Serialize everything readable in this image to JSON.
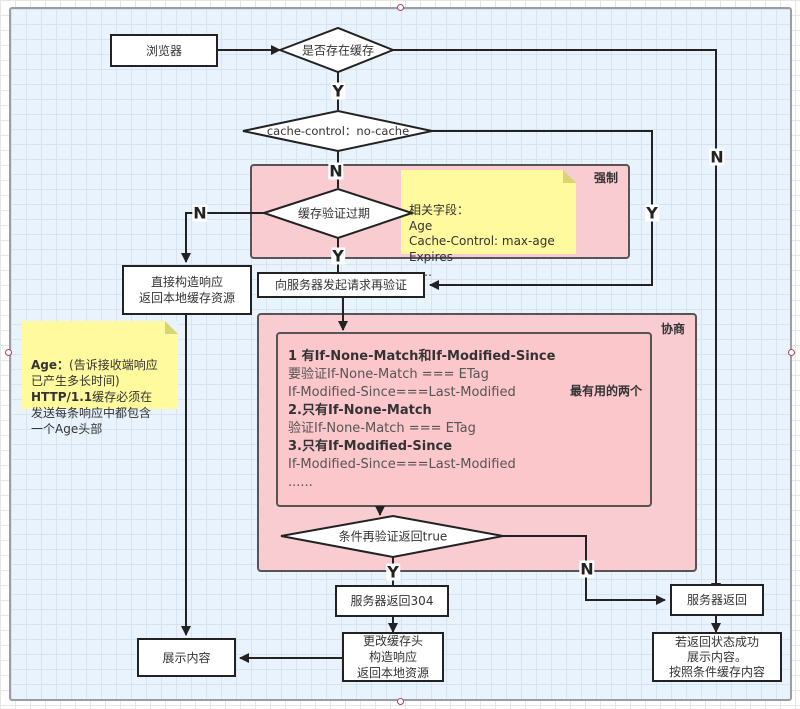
{
  "nodes": {
    "browser": "浏览器",
    "has_cache": "是否存在缓存",
    "no_cache": "cache-control：no-cache",
    "cache_expired": "缓存验证过期",
    "direct_build": "直接构造响应\n返回本地缓存资源",
    "revalidate_request": "向服务器发起请求再验证",
    "revalidate_true": "条件再验证返回true",
    "server_304": "服务器返回304",
    "update_cache": "更改缓存头\n构造响应\n返回本地资源",
    "show_content": "展示内容",
    "server_return": "服务器返回",
    "success_cache": "若返回状态成功\n展示内容。\n按照条件缓存内容"
  },
  "groups": {
    "force": {
      "label": "强制",
      "color": "#f8ccd0"
    },
    "negotiate": {
      "label": "协商",
      "color": "#f8ccd0"
    }
  },
  "notes": {
    "related_fields": {
      "lines": [
        "相关字段：",
        "Age",
        "Cache-Control: max-age",
        "Expires",
        "......"
      ]
    },
    "age_note": {
      "lines": [
        {
          "bold": "Age：",
          "text": "(告诉接收端响应"
        },
        {
          "bold": "",
          "text": "已产生多长时间)"
        },
        {
          "bold": "HTTP/1.1",
          "text": "缓存必须在"
        },
        {
          "bold": "",
          "text": "发送每条响应中都包含"
        },
        {
          "bold": "",
          "text": "一个Age头部"
        }
      ]
    }
  },
  "negotiate_content": {
    "lines": [
      {
        "bold": true,
        "text": "1 有If-None-Match和If-Modified-Since"
      },
      {
        "bold": false,
        "text": "要验证If-None-Match === ETag"
      },
      {
        "bold": false,
        "text": "If-Modified-Since===Last-Modified"
      },
      {
        "bold": true,
        "text": "2.只有If-None-Match"
      },
      {
        "bold": false,
        "text": "验证If-None-Match === ETag"
      },
      {
        "bold": true,
        "text": "3.只有If-Modified-Since"
      },
      {
        "bold": false,
        "text": "If-Modified-Since===Last-Modified"
      },
      {
        "bold": false,
        "text": "......"
      }
    ],
    "side_label": "最有用的两个"
  },
  "edge_labels": {
    "has_cache_yes": "Y",
    "has_cache_no": "N",
    "no_cache_no": "N",
    "no_cache_yes": "Y",
    "expired_no": "N",
    "expired_yes": "Y",
    "revalidate_yes": "Y",
    "revalidate_no": "N"
  },
  "colors": {
    "page_bg": "#e9f3fd",
    "group_fill": "#f8ccd0",
    "note_fill": "#fffa9e",
    "stroke": "#222222"
  }
}
